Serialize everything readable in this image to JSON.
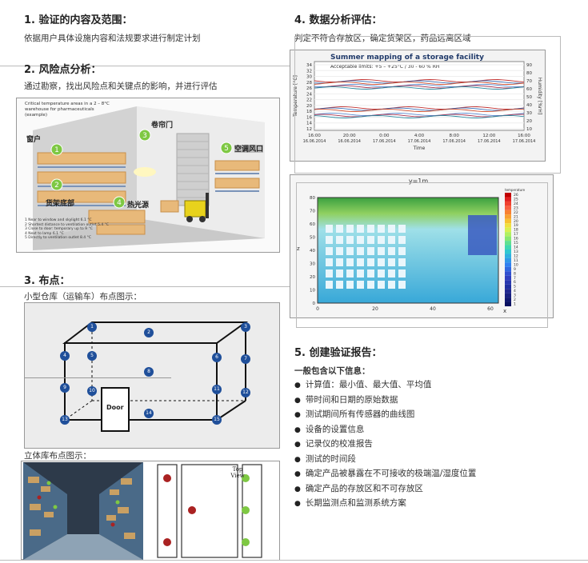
{
  "sec1": {
    "title": "1. 验证的内容及范围：",
    "text": "依据用户具体设施内容和法规要求进行制定计划"
  },
  "sec2": {
    "title": "2. 风险点分析：",
    "text": "通过勘察，找出风险点和关键点的影响，并进行评估"
  },
  "warehouse": {
    "caption": "Critical temperature areas in a 2 – 8°C warehouse for pharmaceuticals (example)",
    "labels": {
      "window": "窗户",
      "shutter": "卷帘门",
      "ac": "空调风口",
      "rack_bottom": "货架底部",
      "heat": "热光源"
    },
    "markers": [
      "1",
      "2",
      "3",
      "4",
      "5"
    ],
    "legend": [
      "1  Near to window and skylight 6.1 °C",
      "2  Shortest distance to ventilation outlet 5.4 °C",
      "3  Close to door: temporary up to 9 °C",
      "4  Next to lamp 6.1 °C",
      "5  Directly to ventilation outlet 8.4 °C"
    ]
  },
  "sec3": {
    "title": "3. 布点：",
    "text": "小型仓库（运输车）布点图示："
  },
  "truck": {
    "door_label": "Door",
    "points": [
      "1",
      "2",
      "3",
      "4",
      "5",
      "6",
      "7",
      "8",
      "9",
      "10",
      "11",
      "12",
      "13",
      "14",
      "15"
    ]
  },
  "stereo": {
    "text": "立体库布点图示：",
    "top_view": "Top View"
  },
  "sec4": {
    "title": "4. 数据分析评估：",
    "text": "判定不符合存放区，确定货架区，药品远离区域"
  },
  "mapping_chart": {
    "title": "Summer mapping of a storage facility",
    "subtitle": "Acceptable limits: +5 – +25°C / 30 - 60 % RH",
    "ylabel": "Temperature [°C]",
    "y2label": "Humidity [%rH]",
    "xlabel": "Time",
    "ytick_labels": [
      "34",
      "32",
      "30",
      "28",
      "26",
      "24",
      "22",
      "20",
      "18",
      "16",
      "14",
      "12"
    ],
    "y2tick_labels": [
      "90",
      "80",
      "70",
      "60",
      "50",
      "40",
      "30",
      "20",
      "10"
    ],
    "xtick_labels": [
      "16:00\n16.06.2014",
      "20:00\n16.06.2014",
      "0:00\n17.06.2014",
      "4:00\n17.06.2014",
      "8:00\n17.06.2014",
      "12:00\n17.06.2014",
      "16:00\n17.06.2014"
    ]
  },
  "contour_chart": {
    "title": "y=1m",
    "xlabel": "x",
    "ylabel": "z",
    "x_ticks": [
      "0",
      "20",
      "40",
      "60"
    ],
    "z_ticks": [
      "0",
      "10",
      "20",
      "30",
      "40",
      "50",
      "60",
      "70",
      "80"
    ],
    "legend_label": "temperature",
    "colorbar_labels": [
      "26",
      "25",
      "24",
      "23",
      "22",
      "21",
      "20",
      "19",
      "18",
      "17",
      "16",
      "15",
      "14",
      "13",
      "12",
      "11",
      "10",
      "9",
      "8",
      "7",
      "6",
      "5",
      "4",
      "3",
      "2",
      "1"
    ]
  },
  "sec5": {
    "title": "5. 创建验证报告：",
    "intro": "一般包含以下信息：",
    "items": [
      "计算值：最小值、最大值、平均值",
      "带时间和日期的原始数据",
      "测试期间所有传感器的曲线图",
      "设备的设置信息",
      "记录仪的校准报告",
      "测试的时间段",
      "确定产品被暴露在不可接收的极端温/湿度位置",
      "确定产品的存放区和不可存放区",
      "长期监测点和监测系统方案"
    ]
  },
  "colors": {
    "accent": "#2a6fb0",
    "green": "#7ec843",
    "blue_pt": "#1f4f9a",
    "red_pt": "#a22"
  }
}
